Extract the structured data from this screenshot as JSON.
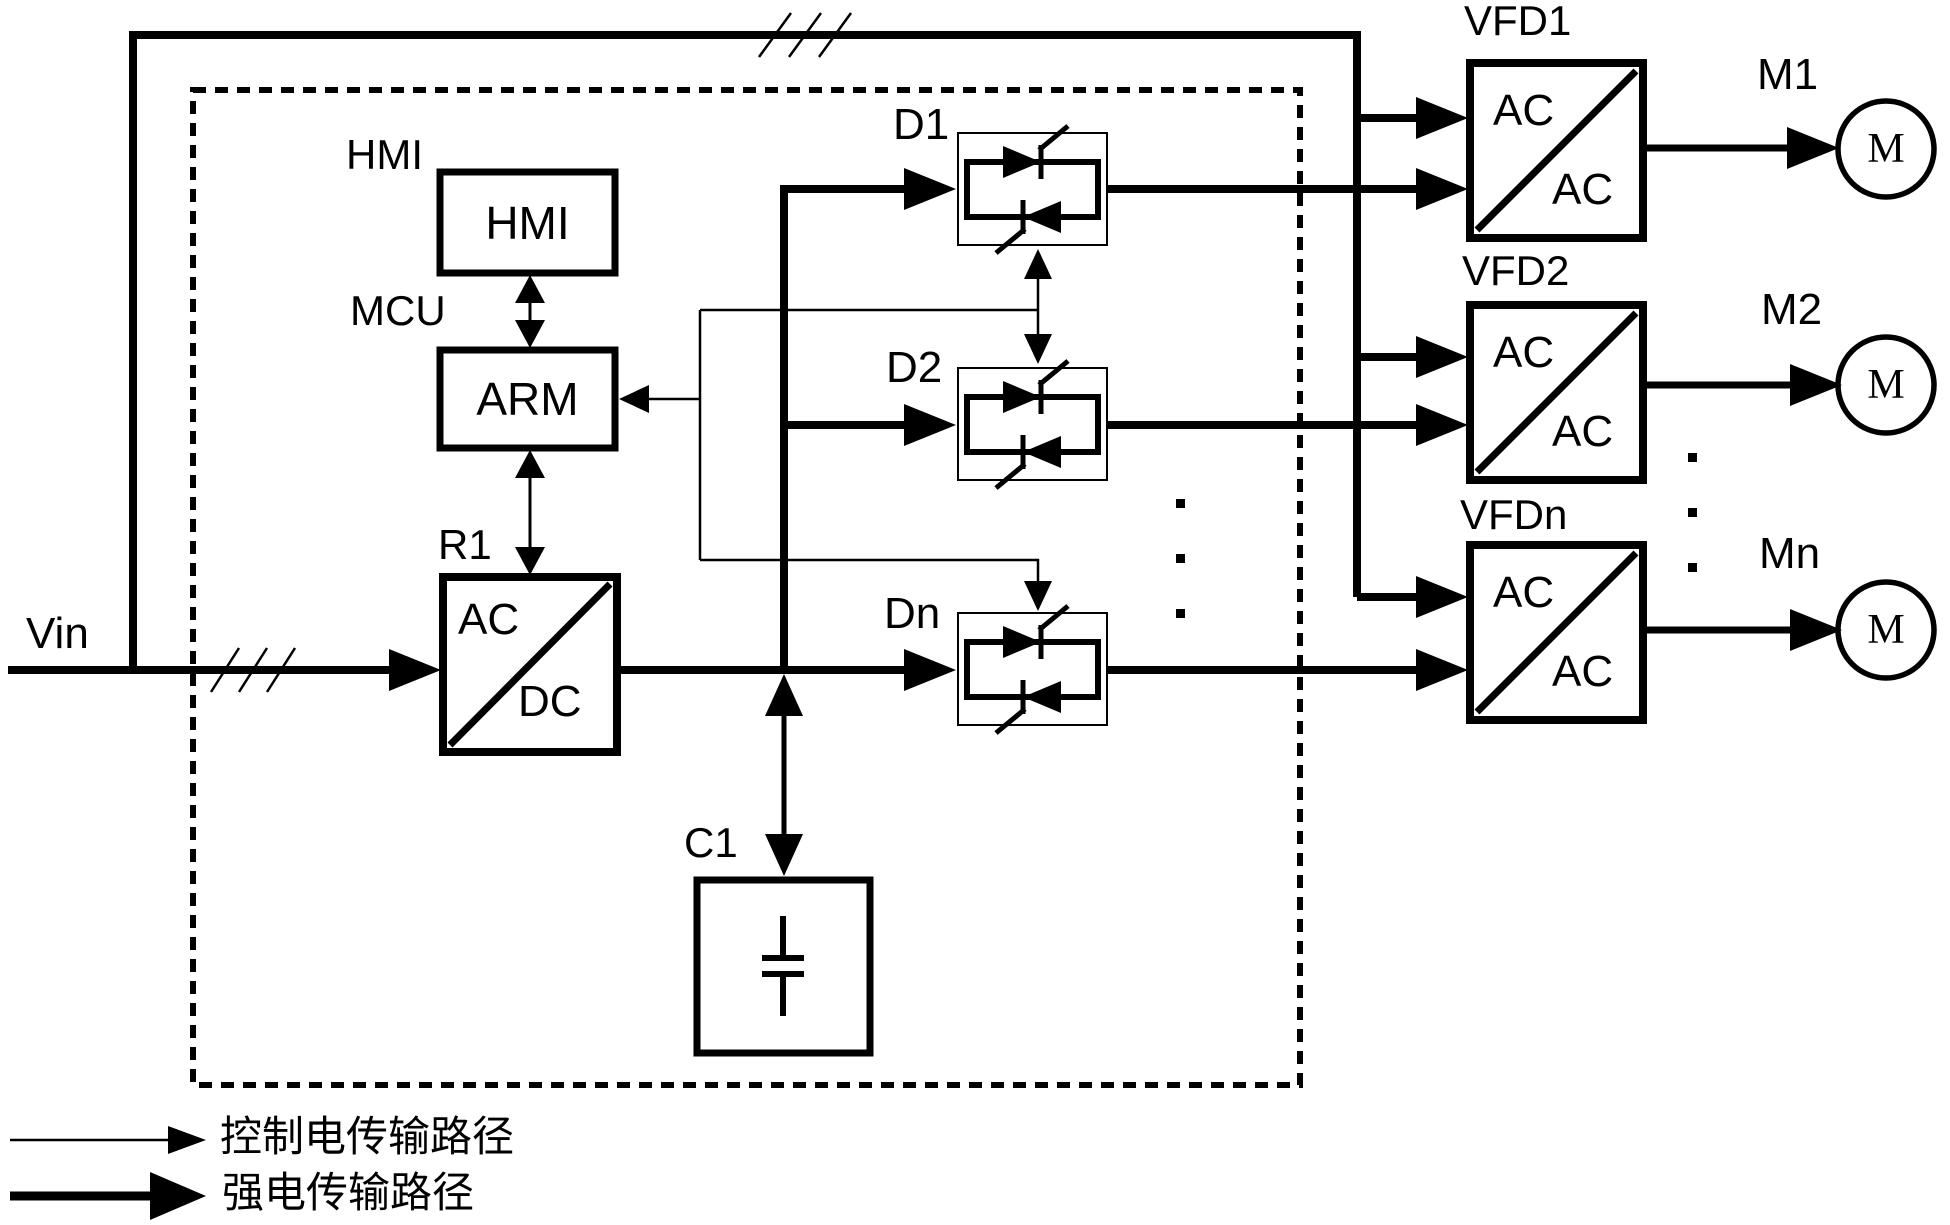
{
  "colors": {
    "ink": "#000000",
    "background": "#ffffff"
  },
  "blocks": {
    "vin": "Vin",
    "hmi": {
      "title": "HMI",
      "text": "HMI"
    },
    "mcu": {
      "title": "MCU",
      "text": "ARM"
    },
    "r1": {
      "title": "R1",
      "input": "AC",
      "output": "DC"
    },
    "c1": {
      "title": "C1"
    },
    "d_modules": [
      {
        "title": "D1"
      },
      {
        "title": "D2"
      },
      {
        "title": "Dn"
      }
    ]
  },
  "vfds": [
    {
      "title": "VFD1",
      "in": "AC",
      "out": "AC"
    },
    {
      "title": "VFD2",
      "in": "AC",
      "out": "AC"
    },
    {
      "title": "VFDn",
      "in": "AC",
      "out": "AC"
    }
  ],
  "motors": [
    {
      "title": "M1",
      "symbol": "M"
    },
    {
      "title": "M2",
      "symbol": "M"
    },
    {
      "title": "Mn",
      "symbol": "M"
    }
  ],
  "legend": {
    "control": "控制电传输路径",
    "power": "强电传输路径"
  }
}
